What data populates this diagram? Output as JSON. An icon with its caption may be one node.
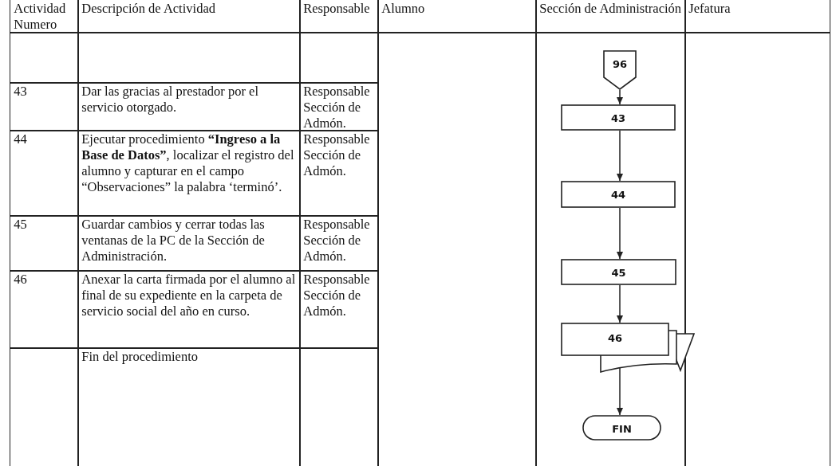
{
  "diagram": {
    "nodes": [
      {
        "text": [
          "96"
        ]
      },
      {
        "text": [
          "43"
        ]
      },
      {
        "text": [
          "44"
        ]
      },
      {
        "text": [
          "45"
        ]
      },
      {
        "text": [
          "46"
        ]
      },
      {
        "text": [
          "FIN"
        ]
      }
    ],
    "edges": [
      {
        "from": 0,
        "to": 1,
        "arrow": "to"
      },
      {
        "from": 1,
        "to": 2,
        "arrow": "to"
      },
      {
        "from": 2,
        "to": 3,
        "arrow": "to"
      },
      {
        "from": 3,
        "to": 4,
        "arrow": "to"
      },
      {
        "from": 4,
        "to": 5,
        "arrow": "to"
      }
    ],
    "labels": [
      "Actividad Numero",
      "Descripción de Actividad",
      "Responsable",
      "Alumno",
      "Sección de Administración",
      "Jefatura",
      "43",
      "Dar las gracias al prestador por el servicio otorgado.",
      "Responsable Sección de Admón.",
      "44",
      "Ejecutar procedimiento **“Ingreso a la Base de Datos”**,  localizar el registro del alumno y capturar en el campo “Observaciones” la palabra ‘terminó’.",
      "Responsable Sección de Admón.",
      "45",
      "Guardar cambios y cerrar todas las ventanas de la PC de la Sección de Administración.",
      "Responsable Sección de Admón.",
      "46",
      "Anexar la carta firmada por el alumno al final de su expediente en la carpeta de servicio social del año en curso.",
      "Responsable Sección de Admón.",
      "Fin del procedimiento"
    ]
  }
}
